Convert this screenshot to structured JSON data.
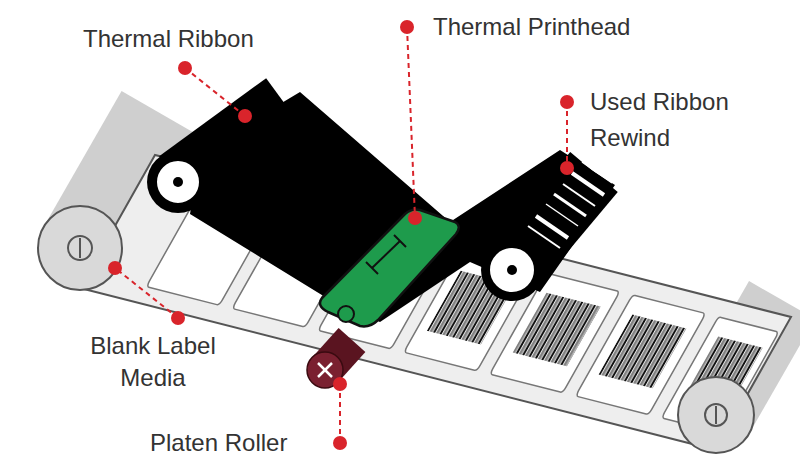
{
  "diagram": {
    "labels": [
      "Thermal Ribbon",
      "Thermal Printhead",
      "Used Ribbon Rewind",
      "Blank Label Media",
      "Platen Roller"
    ]
  }
}
